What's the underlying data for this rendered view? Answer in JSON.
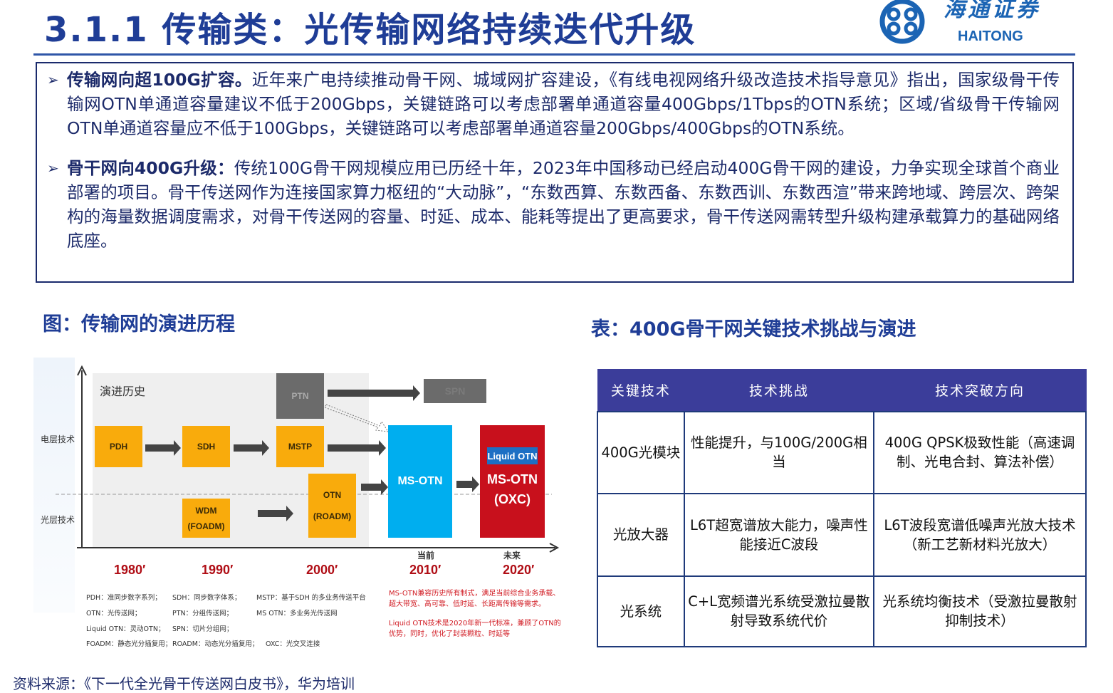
{
  "header": {
    "title": "3.1.1 传输类：光传输网络持续迭代升级",
    "logo_cn": "海通证券",
    "logo_en": "HAITONG"
  },
  "summary": [
    {
      "lead": "传输网向超100G扩容。",
      "text": "近年来广电持续推动骨干网、城域网扩容建设，《有线电视网络升级改造技术指导意见》指出，国家级骨干传输网OTN单通道容量建议不低于200Gbps，关键链路可以考虑部署单通道容量400Gbps/1Tbps的OTN系统；区域/省级骨干传输网OTN单通道容量应不低于100Gbps，关键链路可以考虑部署单通道容量200Gbps/400Gbps的OTN系统。"
    },
    {
      "lead": "骨干网向400G升级：",
      "text": "传统100G骨干网规模应用已历经十年，2023年中国移动已经启动400G骨干网的建设，力争实现全球首个商业部署的项目。骨干传送网作为连接国家算力枢纽的“大动脉”，“东数西算、东数西备、东数西训、东数西渲”带来跨地域、跨层次、跨架构的海量数据调度需求，对骨干传送网的容量、时延、成本、能耗等提出了更高要求，骨干传送网需转型升级构建承载算力的基础网络底座。"
    }
  ],
  "figure": {
    "caption": "图：传输网的演进历程",
    "history_label": "演进历史",
    "layer_electrical": "电层技术",
    "layer_optical": "光层技术",
    "boxes": {
      "pdh": "PDH",
      "sdh": "SDH",
      "mstp": "MSTP",
      "ptn": "PTN",
      "spn": "SPN",
      "wdm": "WDM",
      "foadm": "(FOADM)",
      "otn": "OTN",
      "roadm": "(ROADM)",
      "msotn": "MS-OTN",
      "liquid": "Liquid OTN",
      "msotn2": "MS-OTN",
      "oxc": "(OXC)"
    },
    "years": [
      "1980′",
      "1990′",
      "2000′",
      "2010′",
      "2020′"
    ],
    "current": "当前",
    "future": "未来",
    "notes": [
      "PDH：准同步数字系列；",
      "SDH：同步数字体系；",
      "MSTP：基于SDH 的多业务传送平台",
      "OTN：光传送网；",
      "PTN：分组传送网；",
      "MS OTN：多业务光传送网",
      "Liquid OTN：灵动OTN；",
      "SPN：切片分组网；",
      "FOADM：静态光分插复用；",
      "ROADM：动态光分插复用；",
      "OXC：光交叉连接"
    ],
    "red_note1": "MS-OTN兼容历史所有制式，满足当前综合业务承载、超大带宽、高可靠、低时延、长距离传输等需求。",
    "red_note2": "Liquid OTN技术是2020年新一代标准，兼顾了OTN的优势，同时，优化了封装颗粒、时延等"
  },
  "table": {
    "caption": "表：400G骨干网关键技术挑战与演进",
    "headers": [
      "关键技术",
      "技术挑战",
      "技术突破方向"
    ],
    "rows": [
      [
        "400G光模块",
        "性能提升，与100G/200G相当",
        "400G QPSK极致性能（高速调制、光电合封、算法补偿）"
      ],
      [
        "光放大器",
        "L6T超宽谱放大能力，噪声性能接近C波段",
        "L6T波段宽谱低噪声光放大技术（新工艺新材料光放大）"
      ],
      [
        "光系统",
        "C+L宽频谱光系统受激拉曼散射导致系统代价",
        "光系统均衡技术（受激拉曼散射抑制技术）"
      ]
    ]
  },
  "source": "资料来源：《下一代全光骨干传送网白皮书》，华为培训",
  "colors": {
    "title_blue": "#1f3d96",
    "orange": "#f9ab0c",
    "ms_otn_blue": "#00aeef",
    "red": "#c8101c",
    "table_header": "#3b3d9a"
  }
}
